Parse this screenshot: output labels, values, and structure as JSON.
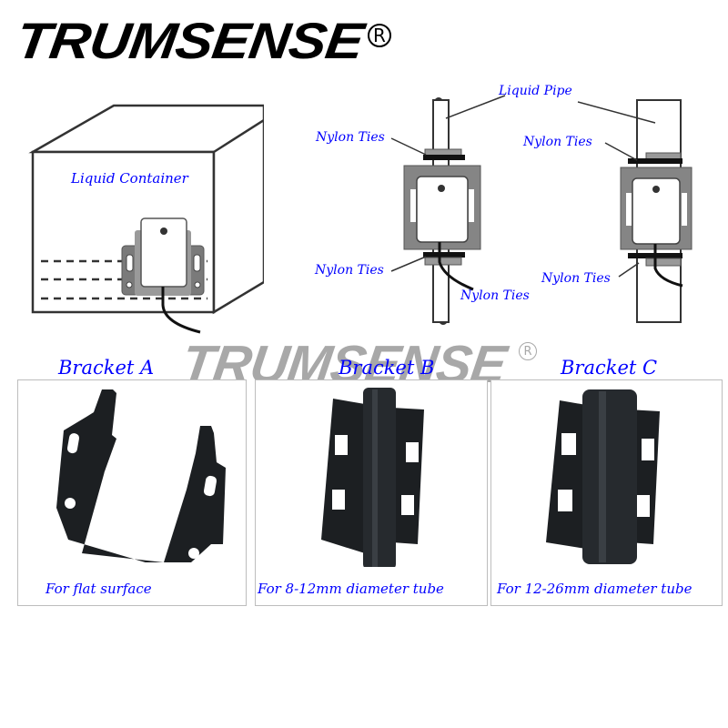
{
  "brand": {
    "logo_text": "TRUMSENSE",
    "registered_mark": "R",
    "watermark_text": "TRUMSENSE"
  },
  "diagram": {
    "container_label": "Liquid Container",
    "pipe_label": "Liquid Pipe",
    "left_pipe": {
      "top_tie_label": "Nylon Ties",
      "bottom_tie_label": "Nylon Ties",
      "cable_tie_label": "Nylon Ties"
    },
    "right_pipe": {
      "top_tie_label": "Nylon Ties",
      "bottom_tie_label": "Nylon Ties"
    }
  },
  "brackets": [
    {
      "title": "Bracket A",
      "caption": "For flat surface"
    },
    {
      "title": "Bracket B",
      "caption": "For 8-12mm diameter tube"
    },
    {
      "title": "Bracket C",
      "caption": "For 12-26mm diameter tube"
    }
  ],
  "colors": {
    "label_blue": "#0000ff",
    "watermark_gray": "#a8a8a8",
    "bracket_black": "#1c1f22",
    "sensor_gray": "#8c8c8c"
  }
}
